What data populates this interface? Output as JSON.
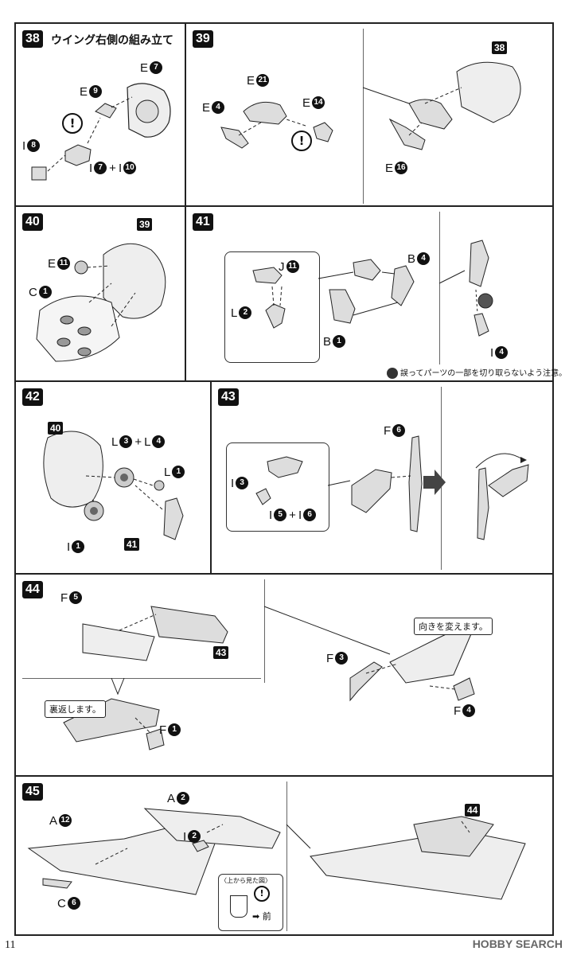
{
  "page_number": "11",
  "watermark": "HOBBY SEARCH",
  "steps": {
    "s38": {
      "num": "38",
      "title": "ウイング右側の組み立て",
      "labels": {
        "e7": [
          "E",
          "7"
        ],
        "e9": [
          "E",
          "9"
        ],
        "i8": [
          "I",
          "8"
        ],
        "i7": [
          "I",
          "7"
        ],
        "i10": [
          "I",
          "10"
        ],
        "plus": "+"
      },
      "warn": "!"
    },
    "s39": {
      "num": "39",
      "labels": {
        "e21": [
          "E",
          "21"
        ],
        "e4": [
          "E",
          "4"
        ],
        "e14": [
          "E",
          "14"
        ],
        "e16": [
          "E",
          "16"
        ]
      },
      "ref": "38",
      "warn": "!"
    },
    "s40": {
      "num": "40",
      "labels": {
        "e11": [
          "E",
          "11"
        ],
        "c1": [
          "C",
          "1"
        ]
      },
      "ref": "39"
    },
    "s41": {
      "num": "41",
      "labels": {
        "j11": [
          "J",
          "11"
        ],
        "l2": [
          "L",
          "2"
        ],
        "b4": [
          "B",
          "4"
        ],
        "b1": [
          "B",
          "1"
        ],
        "i4": [
          "I",
          "4"
        ]
      },
      "note": "誤ってパーツの一部を切り取らないよう注意。"
    },
    "s42": {
      "num": "42",
      "labels": {
        "l3": [
          "L",
          "3"
        ],
        "l4": [
          "L",
          "4"
        ],
        "l1": [
          "L",
          "1"
        ],
        "i1": [
          "I",
          "1"
        ],
        "plus": "+"
      },
      "ref40": "40",
      "ref41": "41"
    },
    "s43": {
      "num": "43",
      "labels": {
        "f6": [
          "F",
          "6"
        ],
        "i3": [
          "I",
          "3"
        ],
        "i5": [
          "I",
          "5"
        ],
        "i6": [
          "I",
          "6"
        ],
        "plus": "+"
      }
    },
    "s44": {
      "num": "44",
      "labels": {
        "f5": [
          "F",
          "5"
        ],
        "f1": [
          "F",
          "1"
        ],
        "f3": [
          "F",
          "3"
        ],
        "f4": [
          "F",
          "4"
        ]
      },
      "ref": "43",
      "callout_flip": "裏返します。",
      "callout_turn": "向きを変えます。"
    },
    "s45": {
      "num": "45",
      "labels": {
        "a2": [
          "A",
          "2"
        ],
        "a12": [
          "A",
          "12"
        ],
        "i2": [
          "I",
          "2"
        ],
        "c6": [
          "C",
          "6"
        ]
      },
      "ref": "44",
      "topview": "〈上から見た図〉",
      "front": "➡ 前",
      "warn": "!"
    }
  }
}
